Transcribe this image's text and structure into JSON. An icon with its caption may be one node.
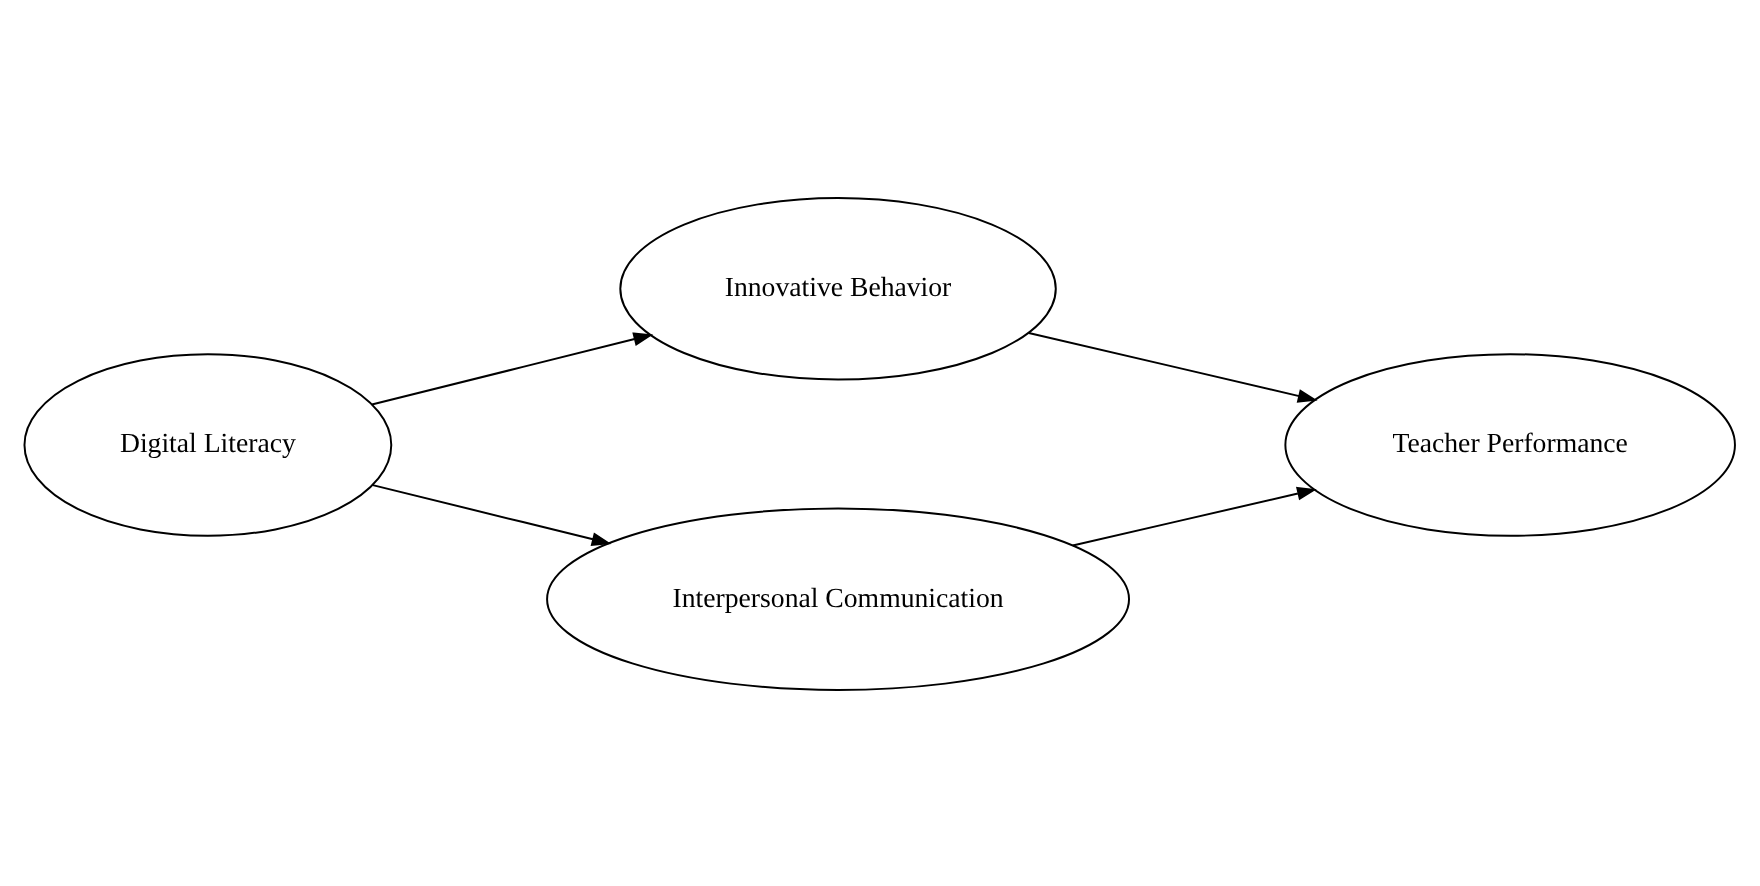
{
  "diagram": {
    "nodes": [
      {
        "text": [
          "Digital Literacy"
        ]
      },
      {
        "text": [
          "Innovative Behavior"
        ]
      },
      {
        "text": [
          "Interpersonal Communication"
        ]
      },
      {
        "text": [
          "Teacher Performance"
        ]
      }
    ],
    "edges": [
      {
        "from": 0,
        "to": 1,
        "arrow": "to"
      },
      {
        "from": 0,
        "to": 2,
        "arrow": "to"
      },
      {
        "from": 1,
        "to": 3,
        "arrow": "to"
      },
      {
        "from": 2,
        "to": 3,
        "arrow": "to"
      }
    ]
  }
}
